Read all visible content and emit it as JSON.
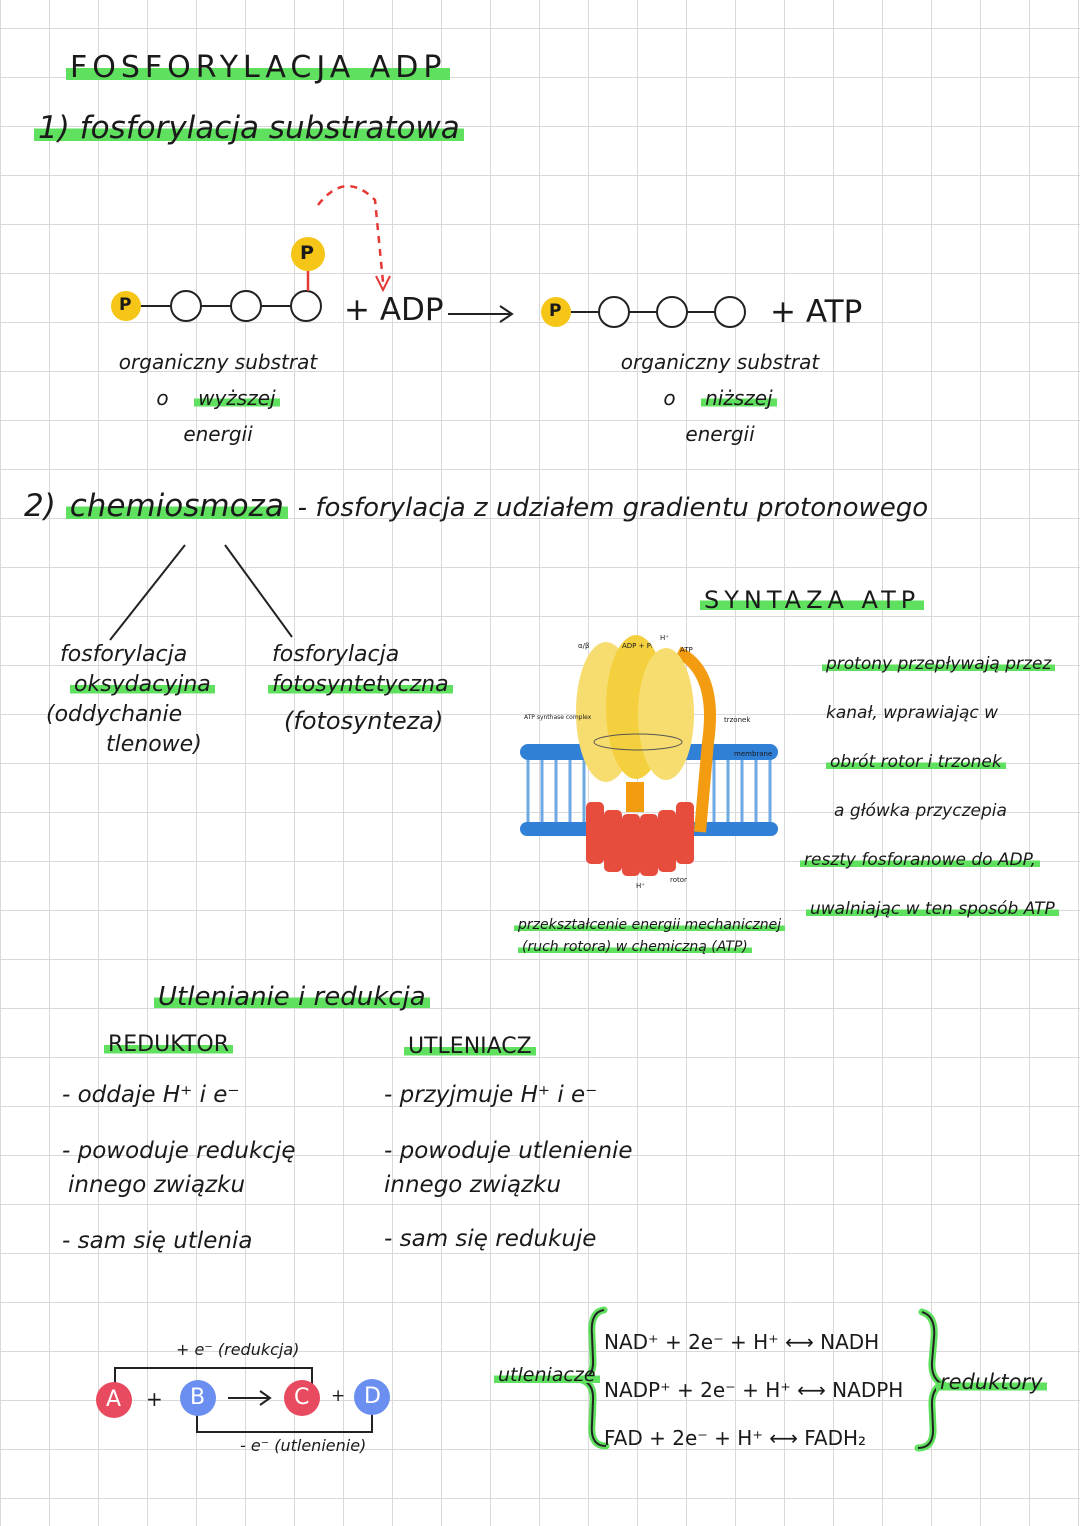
{
  "title": "FOSFORYLACJA ADP",
  "section1": {
    "heading": "1) fosforylacja substratowa",
    "phosphate": "P",
    "plus_adp": "+ ADP",
    "plus_atp": "+ ATP",
    "left_label": {
      "line1": "organiczny substrat",
      "o": "o",
      "highlight": "wyższej",
      "line3": "energii"
    },
    "right_label": {
      "line1": "organiczny substrat",
      "o": "o",
      "highlight": "niższej",
      "line3": "energii"
    }
  },
  "section2": {
    "number": "2)",
    "term": "chemiosmoza",
    "definition": "- fosforylacja z udziałem gradientu protonowego",
    "branch_left": {
      "line1": "fosforylacja",
      "line2": "oksydacyjna",
      "line3": "(oddychanie",
      "line4": "tlenowe)"
    },
    "branch_right": {
      "line1": "fosforylacja",
      "line2": "fotosyntetyczna",
      "line3": "(fotosynteza)"
    }
  },
  "atp_synthase": {
    "title": "SYNTAZA ATP",
    "text_lines": [
      "protony przepływają przez",
      "kanał, wprawiając w",
      "obrót rotor i trzonek",
      "a główka przyczepia",
      "reszty fosforanowe do ADP,",
      "uwalniając w ten sposób ATP"
    ],
    "figure_labels": {
      "top_left": "α/β",
      "adp": "ADP + Pᵢ",
      "h": "H⁺",
      "atp": "ATP",
      "complex": "ATP synthase complex",
      "stalk": "trzonek",
      "membrane": "membrane",
      "rotor": "rotor",
      "h_bottom": "H⁺"
    },
    "caption_line1": "przekształcenie energii mechanicznej",
    "caption_line2": "(ruch rotora) w chemiczną (ATP)"
  },
  "redox": {
    "heading": "Utlenianie i redukcja",
    "reductor": {
      "title": "REDUKTOR",
      "item1": "- oddaje H⁺ i e⁻",
      "item2a": "- powoduje redukcję",
      "item2b": "innego związku",
      "item3": "- sam się utlenia"
    },
    "oxidant": {
      "title": "UTLENIACZ",
      "item1": "- przyjmuje H⁺ i e⁻",
      "item2a": "- powoduje utlenienie",
      "item2b": "innego związku",
      "item3": "- sam się redukuje"
    }
  },
  "scheme": {
    "A": "A",
    "B": "B",
    "C": "C",
    "D": "D",
    "plus": "+",
    "top_label": "+ e⁻ (redukcja)",
    "bottom_label": "- e⁻ (utlenienie)"
  },
  "equations": {
    "left_label": "utleniacze",
    "right_label": "reduktory",
    "lines": [
      "NAD⁺ + 2e⁻ + H⁺ ⟷ NADH",
      "NADP⁺ + 2e⁻ + H⁺ ⟷ NADPH",
      "FAD + 2e⁻ + H⁺ ⟷ FADH₂"
    ]
  },
  "colors": {
    "highlight": "#5fe05f",
    "phosphate": "#f5c518",
    "arrow_red": "#e53935",
    "A": "#e84a5f",
    "B": "#6b8ff0",
    "C": "#e84a5f",
    "D": "#6b8ff0"
  }
}
